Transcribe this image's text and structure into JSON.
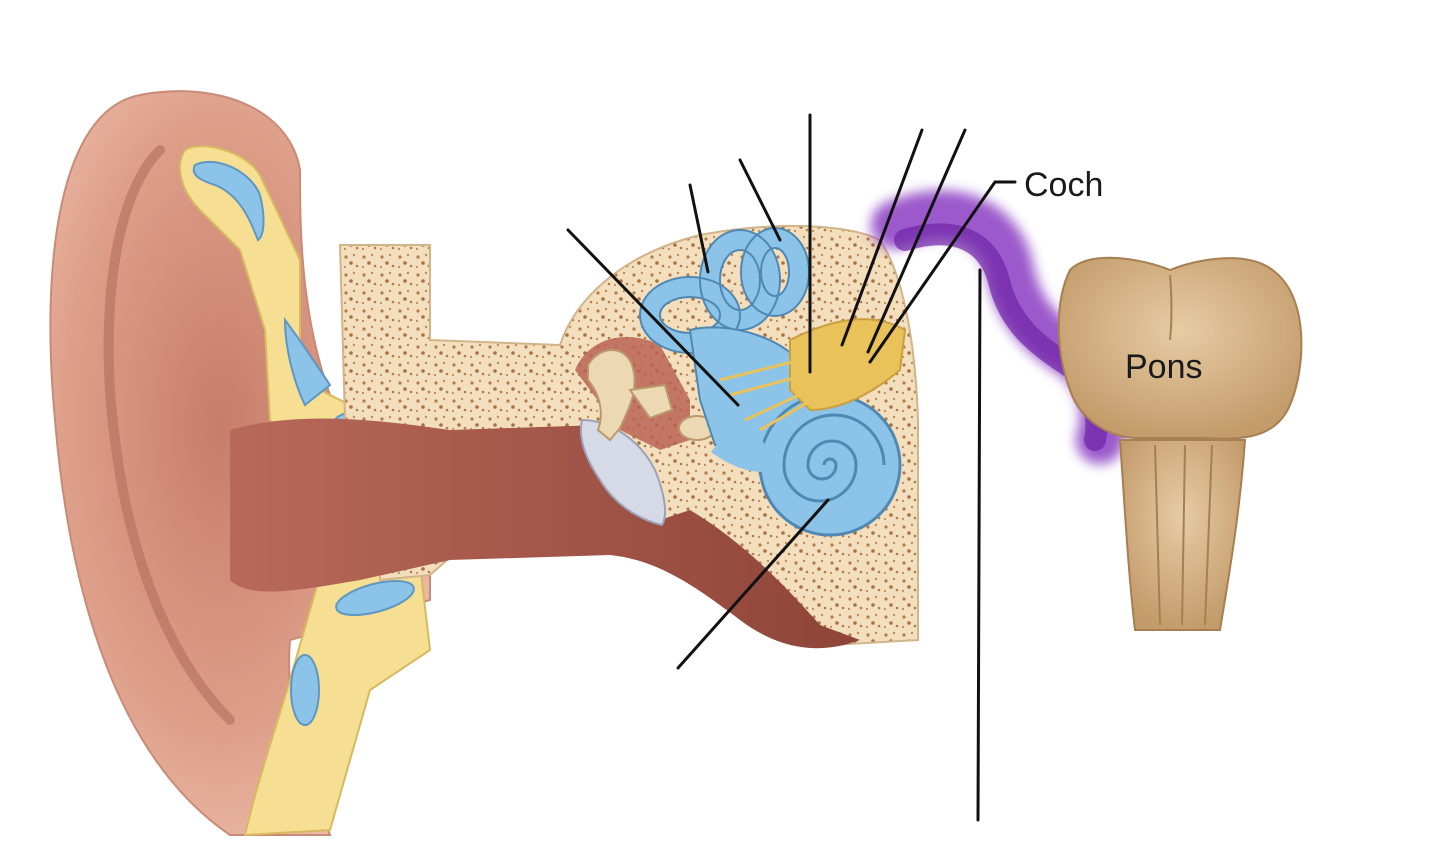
{
  "labels": {
    "cochlear_nerve_partial": "Coch",
    "pons": "Pons"
  },
  "colors": {
    "background": "#ffffff",
    "skin": "#e3a58f",
    "canal": "#a55a4e",
    "cartilage": "#f7e29a",
    "bone": "#f3dfbe",
    "labyrinth_fill": "#8cc3e8",
    "nerve": "#e9c25a",
    "auditory_pathway": "#8a3cc2",
    "brainstem": "#d2b085",
    "eardrum": "#d6d9e6"
  },
  "icons": [
    "ear-diagram"
  ]
}
